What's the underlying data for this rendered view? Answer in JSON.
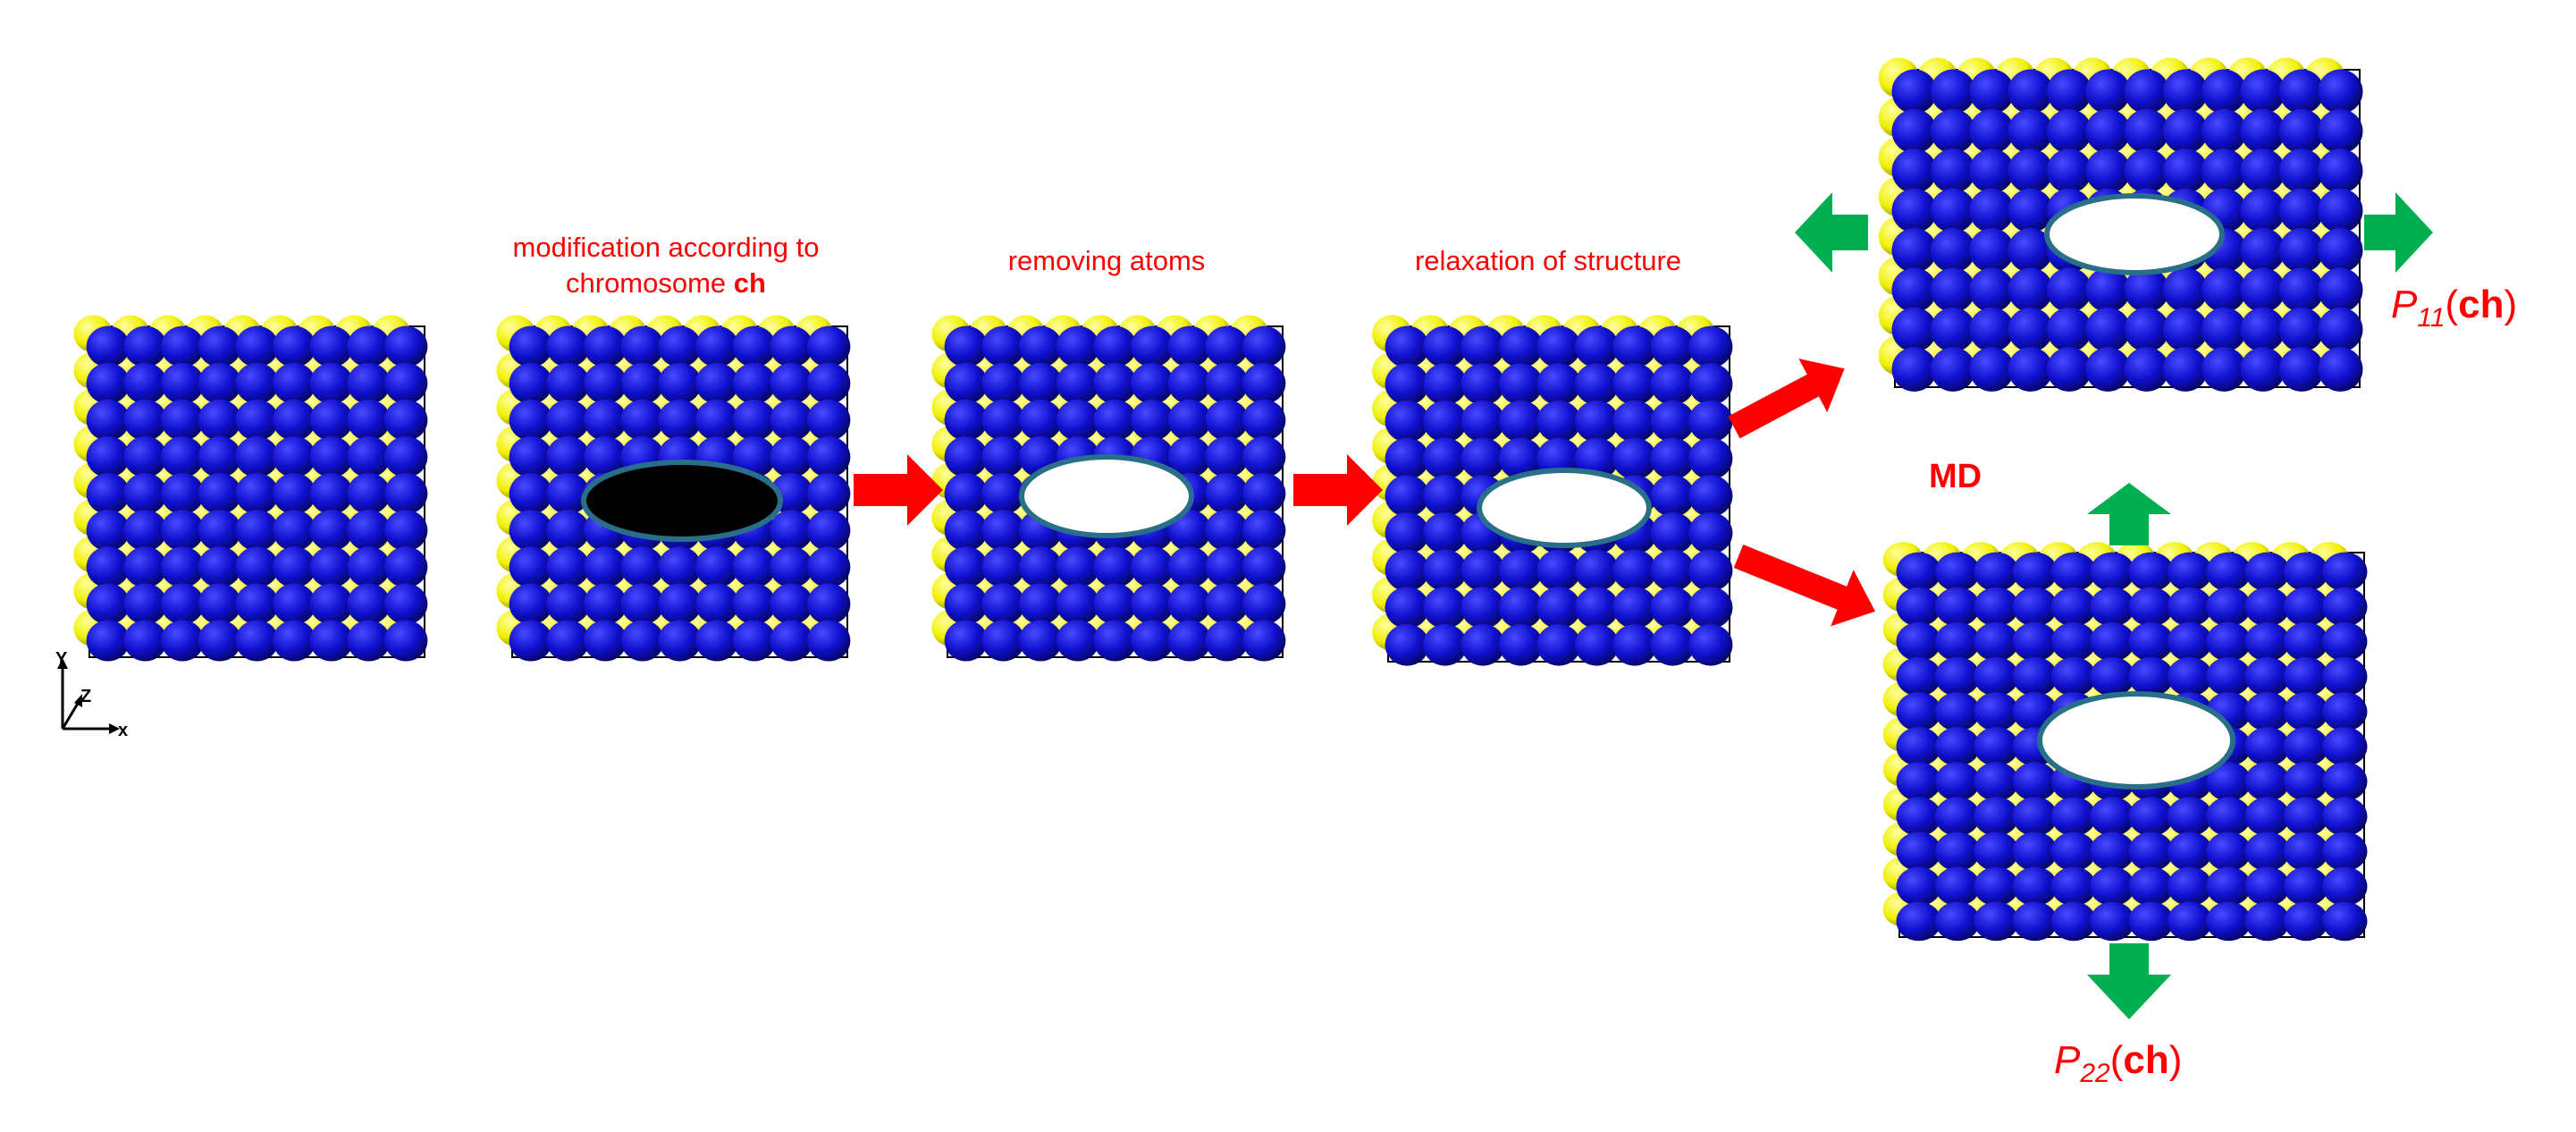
{
  "colors": {
    "atom_front": "#1010d0",
    "atom_back": "#f0f000",
    "label_red": "#ff0000",
    "arrow_red": "#ff0000",
    "arrow_green": "#00b050",
    "hole_white": "#ffffff",
    "hole_black": "#000000",
    "hole_border": "#2a6f8a"
  },
  "axes": {
    "y": "Y",
    "z": "Z",
    "x": "x"
  },
  "steps": {
    "modification_line1": "modification according to",
    "modification_line2_prefix": "chromosome ",
    "modification_line2_bold": "ch",
    "removing": "removing atoms",
    "relaxation": "relaxation of structure",
    "md": "MD"
  },
  "outputs": {
    "p11_symbol": "P",
    "p11_sub": "11",
    "p11_open": "(",
    "p11_bold": "ch",
    "p11_close": ")",
    "p22_symbol": "P",
    "p22_sub": "22",
    "p22_open": "(",
    "p22_bold": "ch",
    "p22_close": ")"
  },
  "icons": [
    "red-arrow-icon",
    "green-arrow-icon",
    "axis-triad-icon"
  ]
}
